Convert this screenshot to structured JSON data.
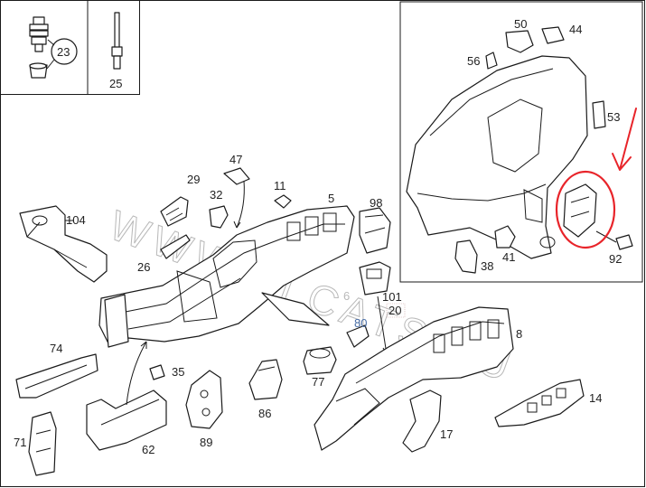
{
  "watermark": "WWW.ELCATS.RU",
  "labels": {
    "p23": "23",
    "p25": "25",
    "p104": "104",
    "p29": "29",
    "p32": "32",
    "p47": "47",
    "p11": "11",
    "p5": "5",
    "p98": "98",
    "p26": "26",
    "p6": "6",
    "p101": "101",
    "p20": "20",
    "p80": "80",
    "p8": "8",
    "p74": "74",
    "p35": "35",
    "p77": "77",
    "p14": "14",
    "p71": "71",
    "p62": "62",
    "p89": "89",
    "p86": "86",
    "p17": "17",
    "p50": "50",
    "p44": "44",
    "p56": "56",
    "p53": "53",
    "p41": "41",
    "p38": "38",
    "p92": "92"
  },
  "colors": {
    "highlight": "#e8242a",
    "line": "#1a1a1a",
    "callout_blue": "#4a6fa8"
  }
}
